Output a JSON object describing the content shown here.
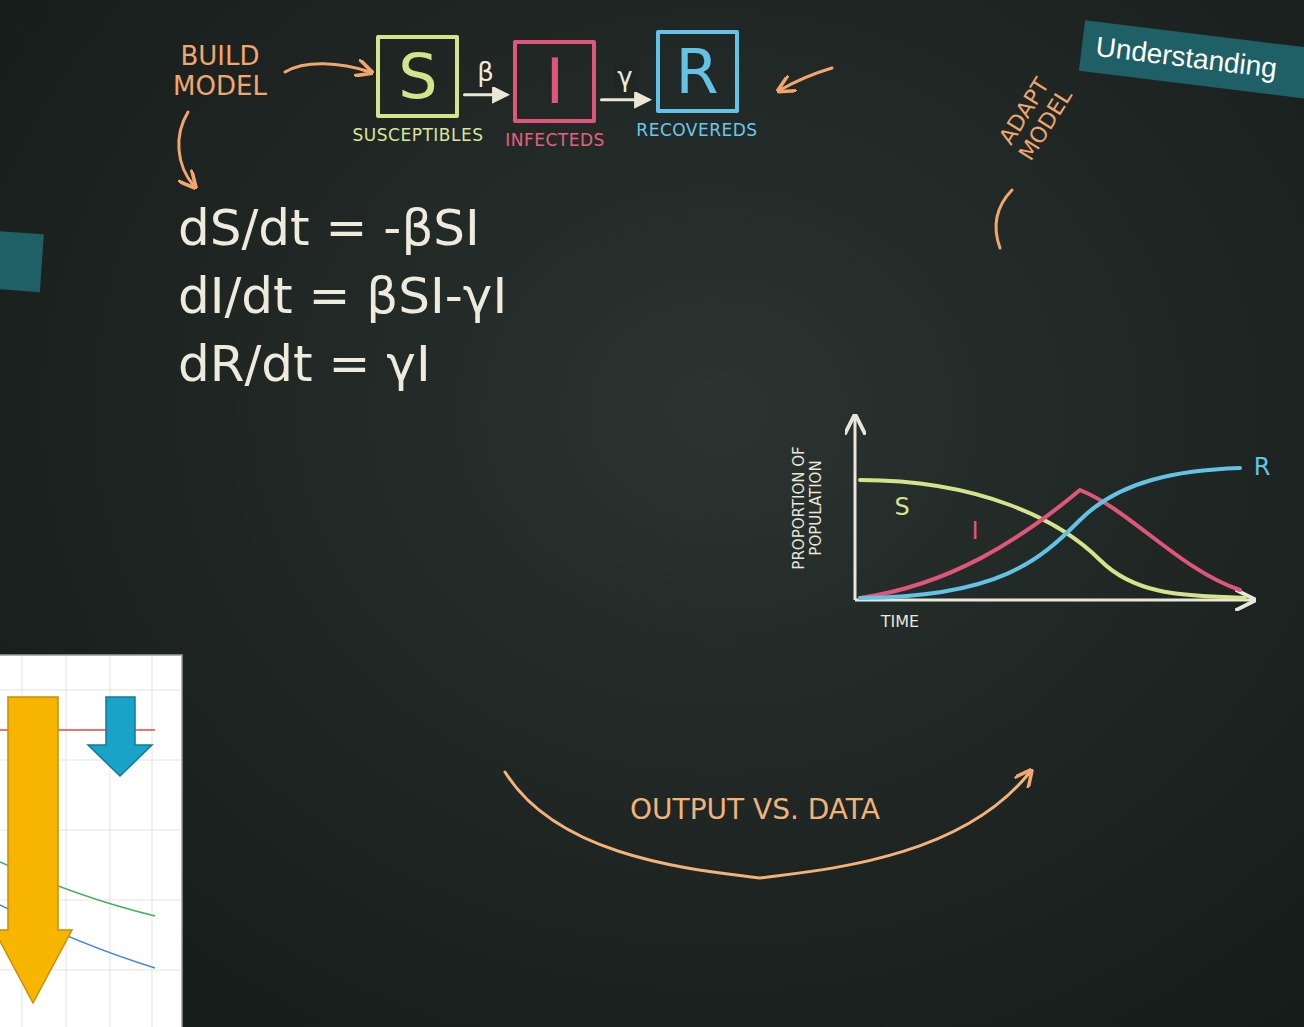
{
  "diagram": {
    "nodes": [
      {
        "text": [
          "S",
          "SUSCEPTIBLES"
        ]
      },
      {
        "text": [
          "I",
          "INFECTEDS"
        ]
      },
      {
        "text": [
          "R",
          "RECOVEREDS"
        ]
      }
    ],
    "edges": [
      {
        "from": 0,
        "to": 1,
        "label": "β",
        "arrow": "to"
      },
      {
        "from": 1,
        "to": 2,
        "label": "γ",
        "arrow": "to"
      }
    ],
    "labels": [
      "Understanding",
      "BUILD MODEL",
      "ADAPT MODEL",
      "dS/dt = -βSI",
      "dI/dt = βSI-γI",
      "dR/dt = γI",
      "PROPORTION OF POPULATION",
      "S",
      "I",
      "R",
      "TIME",
      "OUTPUT VS. DATA"
    ]
  }
}
